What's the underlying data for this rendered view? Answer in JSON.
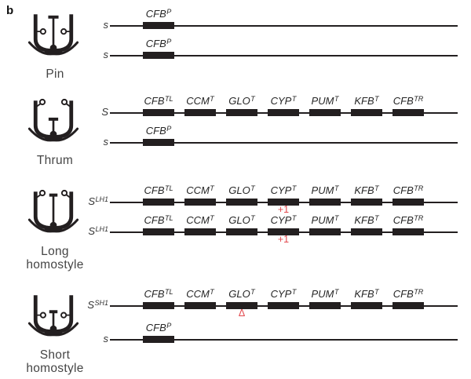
{
  "figure": {
    "panel_label": "b"
  },
  "colors": {
    "ink": "#231f20",
    "red": "#e2494e",
    "gene_text": "#262626",
    "morph_text": "#454545"
  },
  "sections": [
    {
      "id": "pin",
      "morph_label": "Pin",
      "morph_label_lines": [
        "Pin"
      ],
      "icon": "pin-flower-icon",
      "rows": [
        {
          "allele": {
            "base": "s",
            "sup": ""
          },
          "genes": [
            {
              "base": "CFB",
              "sup": "P",
              "slot": 0
            }
          ]
        },
        {
          "allele": {
            "base": "s",
            "sup": ""
          },
          "genes": [
            {
              "base": "CFB",
              "sup": "P",
              "slot": 0
            }
          ]
        }
      ]
    },
    {
      "id": "thrum",
      "morph_label": "Thrum",
      "morph_label_lines": [
        "Thrum"
      ],
      "icon": "thrum-flower-icon",
      "rows": [
        {
          "allele": {
            "base": "S",
            "sup": ""
          },
          "genes": [
            {
              "base": "CFB",
              "sup": "TL",
              "slot": 0
            },
            {
              "base": "CCM",
              "sup": "T",
              "slot": 1
            },
            {
              "base": "GLO",
              "sup": "T",
              "slot": 2
            },
            {
              "base": "CYP",
              "sup": "T",
              "slot": 3
            },
            {
              "base": "PUM",
              "sup": "T",
              "slot": 4
            },
            {
              "base": "KFB",
              "sup": "T",
              "slot": 5
            },
            {
              "base": "CFB",
              "sup": "TR",
              "slot": 6
            }
          ]
        },
        {
          "allele": {
            "base": "s",
            "sup": ""
          },
          "genes": [
            {
              "base": "CFB",
              "sup": "P",
              "slot": 0
            }
          ]
        }
      ]
    },
    {
      "id": "long-homostyle",
      "morph_label": "Long homostyle",
      "morph_label_lines": [
        "Long",
        "homostyle"
      ],
      "icon": "long-homostyle-flower-icon",
      "rows": [
        {
          "allele": {
            "base": "S",
            "sup": "LH1"
          },
          "genes": [
            {
              "base": "CFB",
              "sup": "TL",
              "slot": 0
            },
            {
              "base": "CCM",
              "sup": "T",
              "slot": 1
            },
            {
              "base": "GLO",
              "sup": "T",
              "slot": 2
            },
            {
              "base": "CYP",
              "sup": "T",
              "slot": 3
            },
            {
              "base": "PUM",
              "sup": "T",
              "slot": 4
            },
            {
              "base": "KFB",
              "sup": "T",
              "slot": 5
            },
            {
              "base": "CFB",
              "sup": "TR",
              "slot": 6
            }
          ],
          "annotation": {
            "slot": 3,
            "text": "+1"
          }
        },
        {
          "allele": {
            "base": "S",
            "sup": "LH1"
          },
          "genes": [
            {
              "base": "CFB",
              "sup": "TL",
              "slot": 0
            },
            {
              "base": "CCM",
              "sup": "T",
              "slot": 1
            },
            {
              "base": "GLO",
              "sup": "T",
              "slot": 2
            },
            {
              "base": "CYP",
              "sup": "T",
              "slot": 3
            },
            {
              "base": "PUM",
              "sup": "T",
              "slot": 4
            },
            {
              "base": "KFB",
              "sup": "T",
              "slot": 5
            },
            {
              "base": "CFB",
              "sup": "TR",
              "slot": 6
            }
          ],
          "annotation": {
            "slot": 3,
            "text": "+1"
          }
        }
      ]
    },
    {
      "id": "short-homostyle",
      "morph_label": "Short homostyle",
      "morph_label_lines": [
        "Short",
        "homostyle"
      ],
      "icon": "short-homostyle-flower-icon",
      "rows": [
        {
          "allele": {
            "base": "S",
            "sup": "SH1"
          },
          "genes": [
            {
              "base": "CFB",
              "sup": "TL",
              "slot": 0
            },
            {
              "base": "CCM",
              "sup": "T",
              "slot": 1
            },
            {
              "base": "GLO",
              "sup": "T",
              "slot": 2
            },
            {
              "base": "CYP",
              "sup": "T",
              "slot": 3
            },
            {
              "base": "PUM",
              "sup": "T",
              "slot": 4
            },
            {
              "base": "KFB",
              "sup": "T",
              "slot": 5
            },
            {
              "base": "CFB",
              "sup": "TR",
              "slot": 6
            }
          ],
          "annotation": {
            "slot": 2,
            "text": "Δ"
          }
        },
        {
          "allele": {
            "base": "s",
            "sup": ""
          },
          "genes": [
            {
              "base": "CFB",
              "sup": "P",
              "slot": 0
            }
          ]
        }
      ]
    }
  ]
}
